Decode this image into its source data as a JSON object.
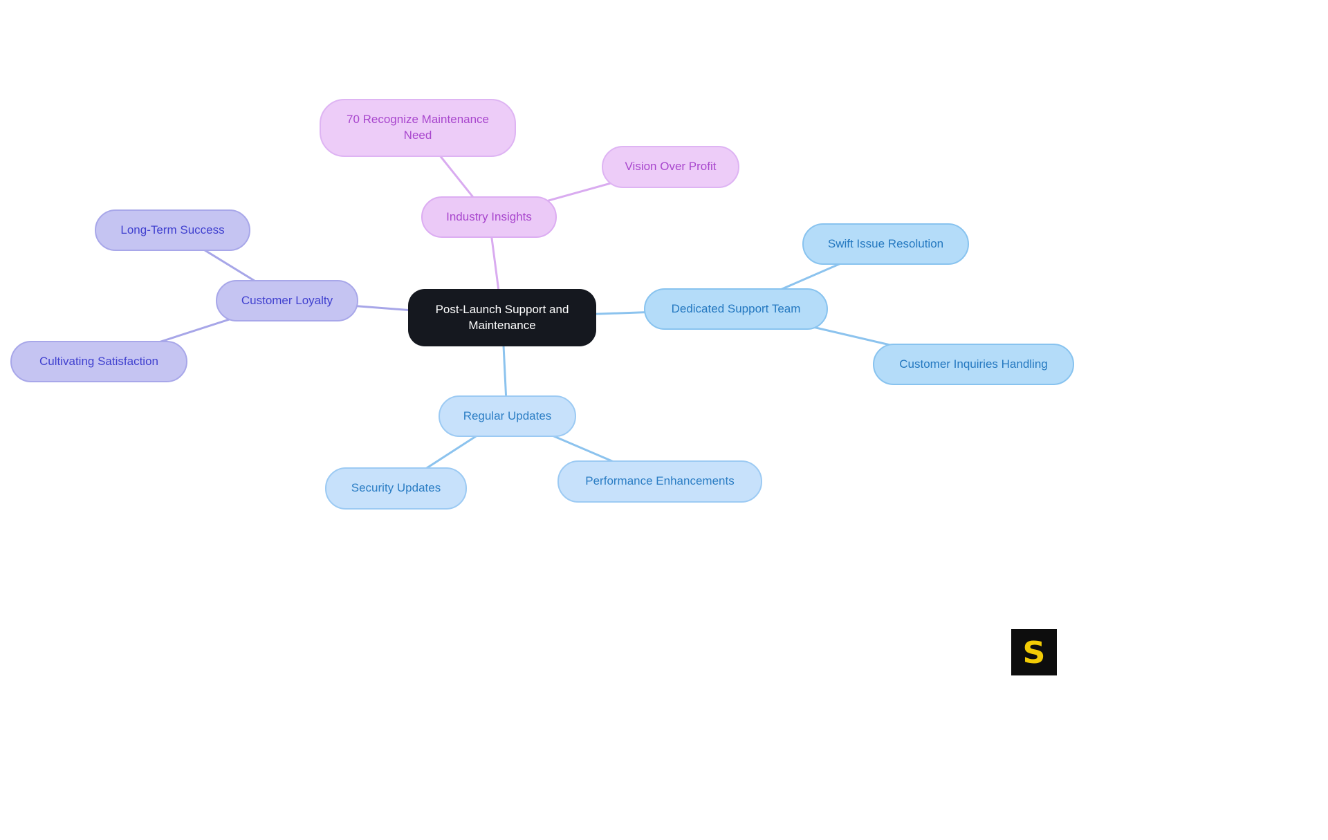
{
  "diagram": {
    "central": {
      "label": "Post-Launch Support and Maintenance"
    },
    "branches": [
      {
        "label": "Industry Insights",
        "children": [
          {
            "label": "70 Recognize Maintenance Need"
          },
          {
            "label": "Vision Over Profit"
          }
        ]
      },
      {
        "label": "Customer Loyalty",
        "children": [
          {
            "label": "Long-Term Success"
          },
          {
            "label": "Cultivating Satisfaction"
          }
        ]
      },
      {
        "label": "Dedicated Support Team",
        "children": [
          {
            "label": "Swift Issue Resolution"
          },
          {
            "label": "Customer Inquiries Handling"
          }
        ]
      },
      {
        "label": "Regular Updates",
        "children": [
          {
            "label": "Security Updates"
          },
          {
            "label": "Performance Enhancements"
          }
        ]
      }
    ],
    "colors": {
      "central_bg": "#15181f",
      "central_text": "#ffffff",
      "industry_bg": "#ebc9f7",
      "industry_text": "#a846cd",
      "industry_edge": "#d9abf0",
      "loyalty_bg": "#c5c4f2",
      "loyalty_text": "#4040cf",
      "loyalty_edge": "#a7a6e8",
      "support_bg": "#b4dcf9",
      "support_text": "#2478c0",
      "support_edge": "#8cc3ee",
      "updates_bg": "#c7e1fb",
      "updates_text": "#2b7dc4",
      "updates_edge": "#8cc3ee",
      "background": "#ffffff"
    },
    "logo": {
      "letter": "S",
      "bg": "#0d0d0d",
      "fg": "#f2cb05"
    }
  }
}
